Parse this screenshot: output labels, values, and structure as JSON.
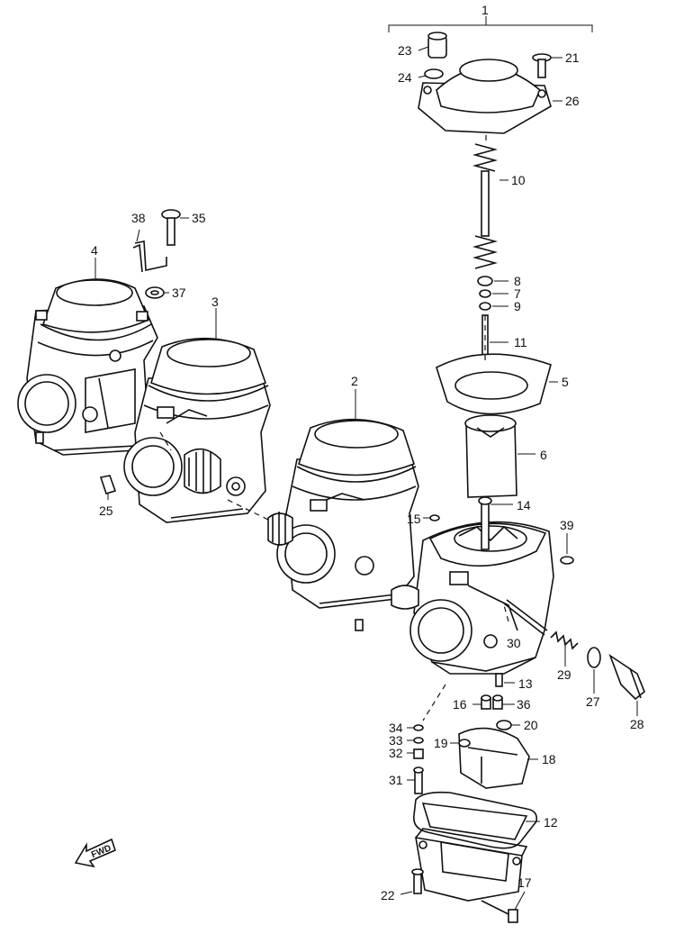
{
  "diagram": {
    "callouts": [
      {
        "id": "c1",
        "label": "1"
      },
      {
        "id": "c2",
        "label": "2"
      },
      {
        "id": "c3",
        "label": "3"
      },
      {
        "id": "c4",
        "label": "4"
      },
      {
        "id": "c5",
        "label": "5"
      },
      {
        "id": "c6",
        "label": "6"
      },
      {
        "id": "c7",
        "label": "7"
      },
      {
        "id": "c8",
        "label": "8"
      },
      {
        "id": "c9",
        "label": "9"
      },
      {
        "id": "c10",
        "label": "10"
      },
      {
        "id": "c11",
        "label": "11"
      },
      {
        "id": "c12",
        "label": "12"
      },
      {
        "id": "c13",
        "label": "13"
      },
      {
        "id": "c14",
        "label": "14"
      },
      {
        "id": "c15",
        "label": "15"
      },
      {
        "id": "c16",
        "label": "16"
      },
      {
        "id": "c17",
        "label": "17"
      },
      {
        "id": "c18",
        "label": "18"
      },
      {
        "id": "c19",
        "label": "19"
      },
      {
        "id": "c20",
        "label": "20"
      },
      {
        "id": "c21",
        "label": "21"
      },
      {
        "id": "c22",
        "label": "22"
      },
      {
        "id": "c23",
        "label": "23"
      },
      {
        "id": "c24",
        "label": "24"
      },
      {
        "id": "c25",
        "label": "25"
      },
      {
        "id": "c26",
        "label": "26"
      },
      {
        "id": "c27",
        "label": "27"
      },
      {
        "id": "c28",
        "label": "28"
      },
      {
        "id": "c29",
        "label": "29"
      },
      {
        "id": "c30",
        "label": "30"
      },
      {
        "id": "c31",
        "label": "31"
      },
      {
        "id": "c32",
        "label": "32"
      },
      {
        "id": "c33",
        "label": "33"
      },
      {
        "id": "c34",
        "label": "34"
      },
      {
        "id": "c35",
        "label": "35"
      },
      {
        "id": "c36",
        "label": "36"
      },
      {
        "id": "c37",
        "label": "37"
      },
      {
        "id": "c38",
        "label": "38"
      },
      {
        "id": "c39",
        "label": "39"
      }
    ],
    "direction_marker": {
      "text": "FWD"
    }
  }
}
